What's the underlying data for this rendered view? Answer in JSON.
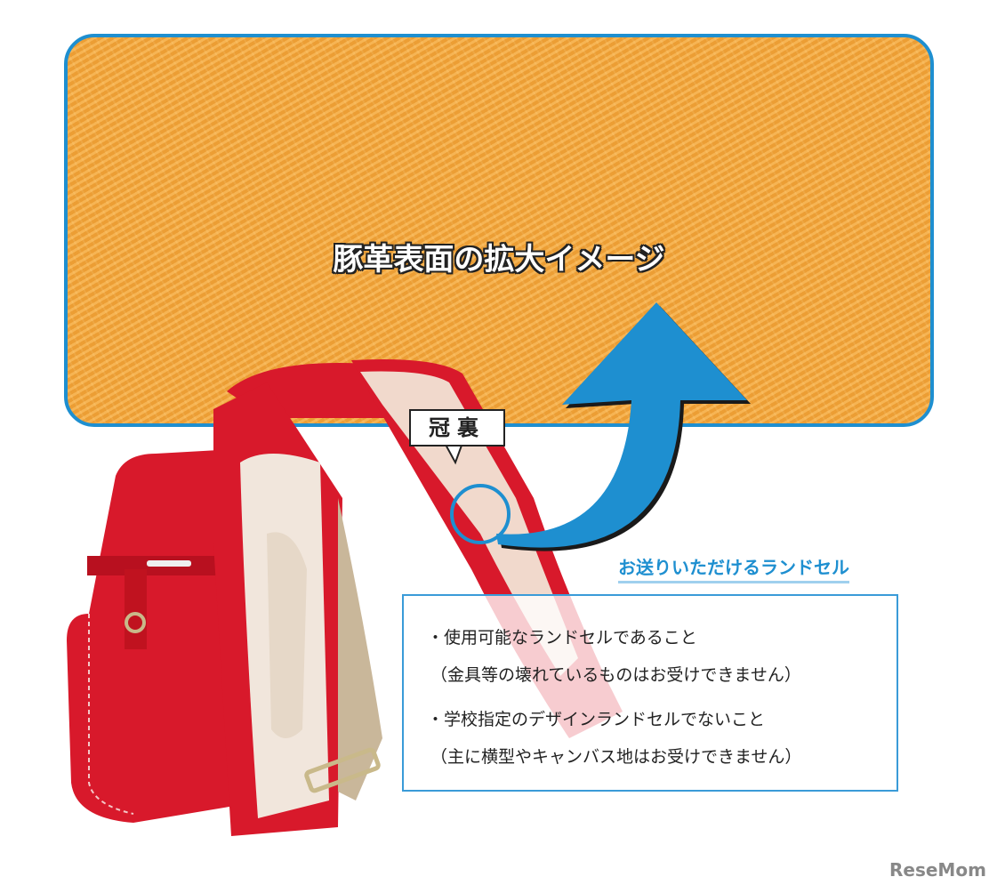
{
  "panel": {
    "title": "豚革表面の拡大イメージ"
  },
  "callout": {
    "label": "冠裏"
  },
  "info": {
    "heading": "お送りいただけるランドセル",
    "lines": [
      "・使用可能なランドセルであること",
      "（金具等の壊れているものはお受けできません）",
      "・学校指定のデザインランドセルでないこと",
      "（主に横型やキャンバス地はお受けできません）"
    ]
  },
  "logo": {
    "text": "ReseMom"
  },
  "colors": {
    "accent_blue": "#1e8fd0",
    "leather_orange": "#f2a43a",
    "bag_red": "#d8192b"
  }
}
